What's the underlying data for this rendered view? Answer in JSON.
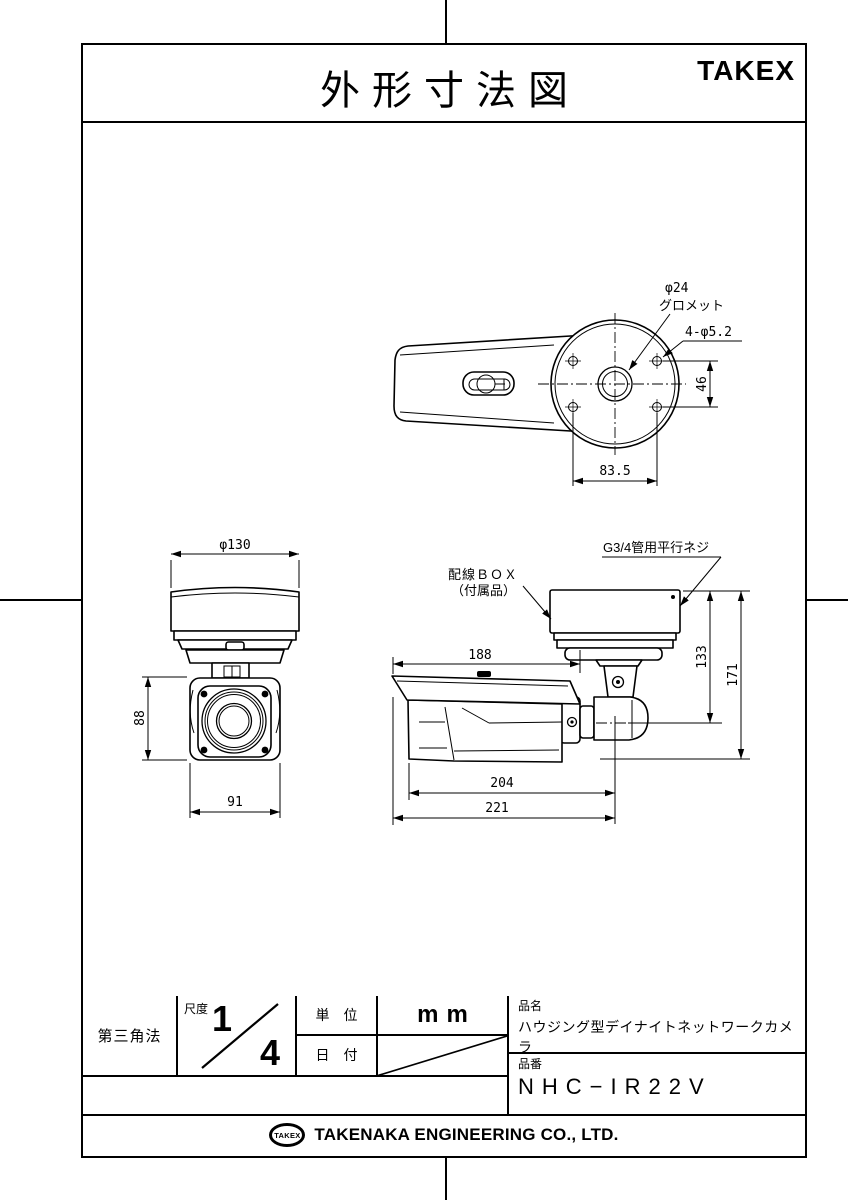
{
  "header": {
    "title": "外形寸法図",
    "brand": "TAKEX"
  },
  "drawing": {
    "top_view": {
      "grommet_dia_label": "φ24",
      "grommet_label": "グロメット",
      "holes_label": "4-φ5.2",
      "dim_hole_vertical": "46",
      "dim_hole_horizontal": "83.5"
    },
    "front_view": {
      "dim_base_diameter": "φ130",
      "dim_height": "88",
      "dim_width": "91"
    },
    "side_view": {
      "wiring_box_label": "配線ＢＯＸ",
      "wiring_box_note": "（付属品）",
      "thread_label": "G3/4管用平行ネジ",
      "dim_shield_length": "188",
      "dim_box_to_axis": "133",
      "dim_overall_height": "171",
      "dim_body_length": "204",
      "dim_overall_length": "221"
    }
  },
  "title_block": {
    "projection": "第三角法",
    "scale_label": "尺度",
    "scale_numerator": "1",
    "scale_denominator": "4",
    "unit_label": "単　位",
    "unit_value": "mm",
    "date_label": "日　付",
    "product_name_label": "品名",
    "product_name": "ハウジング型デイナイトネットワークカメラ",
    "product_number_label": "品番",
    "product_number": "NHC−IR22V"
  },
  "footer": {
    "logo_text": "TAKEX",
    "company": "TAKENAKA ENGINEERING CO., LTD."
  }
}
